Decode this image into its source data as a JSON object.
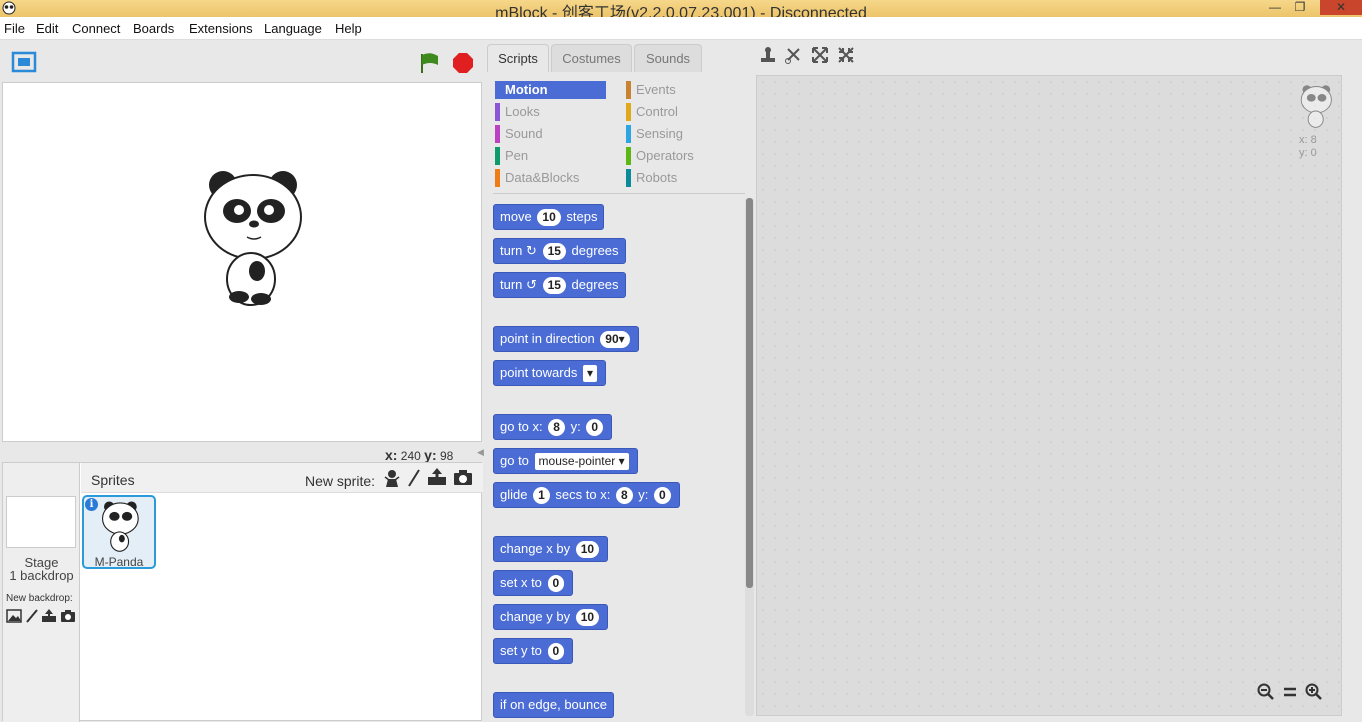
{
  "window": {
    "title": "mBlock - 创客工场(v2.2.0.07.23.001) - Disconnected",
    "min": "—",
    "max": "❐",
    "close": "✕"
  },
  "menu": [
    "File",
    "Edit",
    "Connect",
    "Boards",
    "Extensions",
    "Language",
    "Help"
  ],
  "stage": {
    "coords": {
      "x_label": "x:",
      "x_value": "240",
      "y_label": "y:",
      "y_value": "98"
    }
  },
  "sprites": {
    "header": "Sprites",
    "new_sprite_label": "New sprite:",
    "items": [
      {
        "name": "M-Panda"
      }
    ]
  },
  "stage_panel": {
    "title": "Stage",
    "backdrops": "1 backdrop",
    "new_backdrop": "New backdrop:"
  },
  "tabs": [
    "Scripts",
    "Costumes",
    "Sounds"
  ],
  "categories": [
    {
      "label": "Motion",
      "color": "#4a6cd4",
      "active": true
    },
    {
      "label": "Looks",
      "color": "#8a55d7"
    },
    {
      "label": "Sound",
      "color": "#bb42c3"
    },
    {
      "label": "Pen",
      "color": "#0e9a6c"
    },
    {
      "label": "Data&Blocks",
      "color": "#ee7d16"
    },
    {
      "label": "Events",
      "color": "#c88330"
    },
    {
      "label": "Control",
      "color": "#e1a91a"
    },
    {
      "label": "Sensing",
      "color": "#2ca5e2"
    },
    {
      "label": "Operators",
      "color": "#5cb712"
    },
    {
      "label": "Robots",
      "color": "#0b8a9a"
    }
  ],
  "blocks": {
    "move": {
      "a": "move",
      "n": "10",
      "b": "steps"
    },
    "turn_cw": {
      "a": "turn",
      "n": "15",
      "b": "degrees"
    },
    "turn_ccw": {
      "a": "turn",
      "n": "15",
      "b": "degrees"
    },
    "point_dir": {
      "a": "point in direction",
      "n": "90▾"
    },
    "point_towards": {
      "a": "point towards",
      "dd": "▾"
    },
    "goto_xy": {
      "a": "go to x:",
      "x": "8",
      "b": "y:",
      "y": "0"
    },
    "goto": {
      "a": "go to",
      "dd": "mouse-pointer ▾"
    },
    "glide": {
      "a": "glide",
      "n": "1",
      "b": "secs to x:",
      "x": "8",
      "c": "y:",
      "y": "0"
    },
    "change_x": {
      "a": "change x by",
      "n": "10"
    },
    "set_x": {
      "a": "set x to",
      "n": "0"
    },
    "change_y": {
      "a": "change y by",
      "n": "10"
    },
    "set_y": {
      "a": "set y to",
      "n": "0"
    },
    "bounce": {
      "a": "if on edge, bounce"
    }
  },
  "script_area": {
    "sprite_x": "x: 8",
    "sprite_y": "y: 0"
  }
}
